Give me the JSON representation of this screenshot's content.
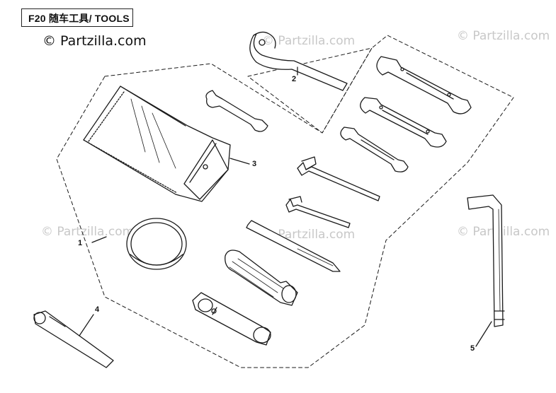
{
  "title": "F20 随车工具/ TOOLS",
  "watermark_main": "© Partzilla.com",
  "watermark": "© Partzilla.com",
  "callouts": [
    "1",
    "2",
    "3",
    "4",
    "5"
  ],
  "colors": {
    "line": "#1a1a1a",
    "watermark": "#c8c8c8",
    "background": "#ffffff"
  }
}
